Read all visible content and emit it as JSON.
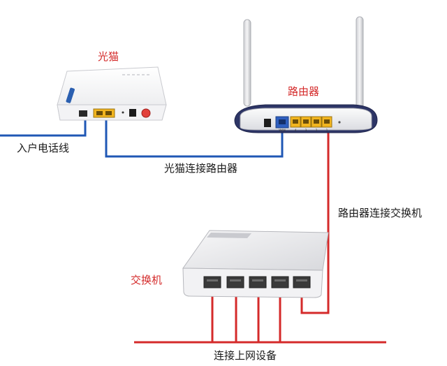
{
  "diagram": {
    "modem_label": "光猫",
    "router_label": "路由器",
    "switch_label": "交换机",
    "phone_line_label": "入户电话线",
    "modem_to_router_label": "光猫连接路由器",
    "router_to_switch_label": "路由器连接交换机",
    "devices_label": "连接上网设备",
    "router_wan_port_text": "WAN",
    "router_lan_port_numbers": [
      "4",
      "3",
      "2",
      "1"
    ]
  },
  "colors": {
    "red_cable": "#d42a2a",
    "blue_cable": "#1f57b5",
    "label_red": "#d42a2a",
    "label_dark": "#1a1a1a",
    "port_yellow": "#f2b51f"
  }
}
